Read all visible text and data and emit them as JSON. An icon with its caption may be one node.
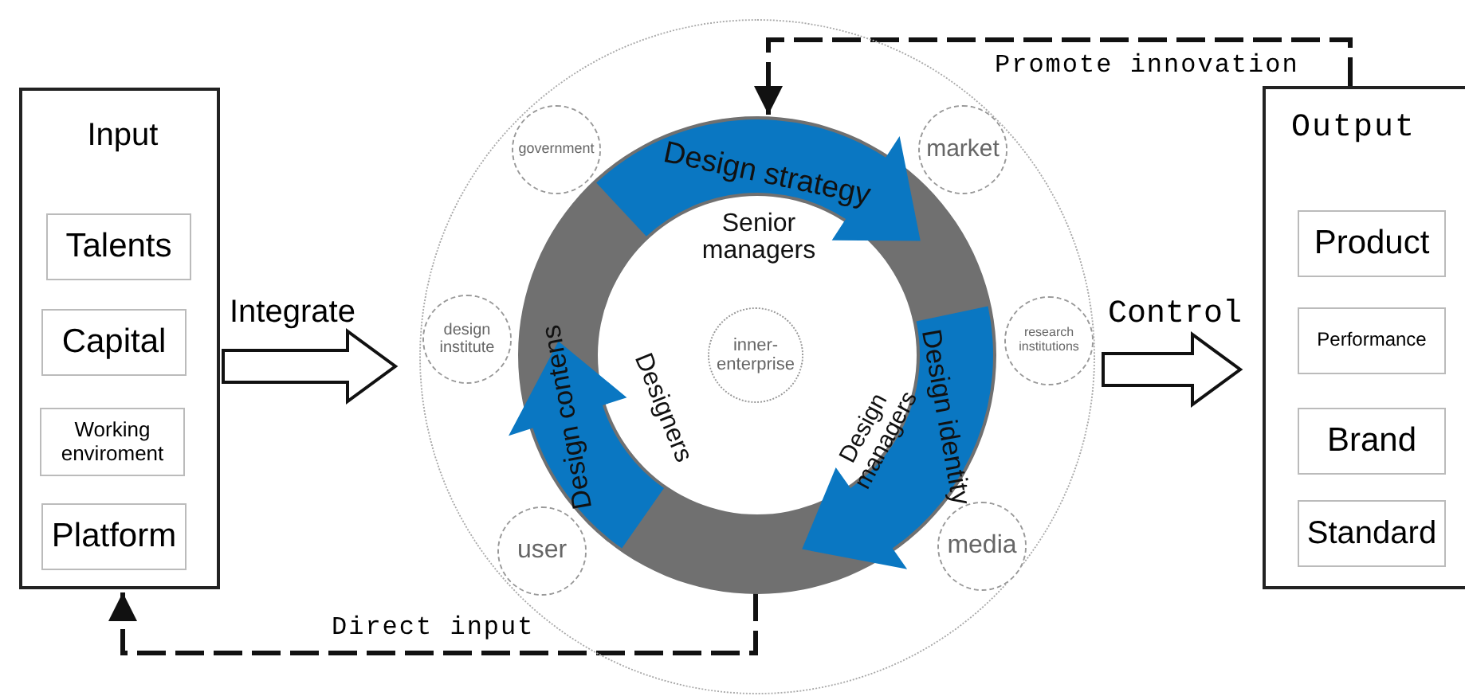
{
  "diagram": {
    "nodes": [
      {
        "text": [
          "Input"
        ]
      },
      {
        "text": [
          "Talents"
        ],
        "in": 0
      },
      {
        "text": [
          "Capital"
        ],
        "in": 0
      },
      {
        "text": [
          "Working enviroment"
        ],
        "in": 0
      },
      {
        "text": [
          "Platform"
        ],
        "in": 0
      },
      {
        "text": [],
        "shape": "circle"
      },
      {
        "text": [
          "Design strategy",
          "Senior managers",
          "Design contens",
          "Designers",
          "Design identity",
          "Design managers"
        ],
        "in": 5
      },
      {
        "text": [
          "government"
        ],
        "in": 5
      },
      {
        "text": [
          "market"
        ],
        "in": 5
      },
      {
        "text": [
          "design institute"
        ],
        "in": 5
      },
      {
        "text": [
          "research institutions"
        ],
        "in": 5
      },
      {
        "text": [
          "inner-enterprise"
        ],
        "in": 6
      },
      {
        "text": [
          "user"
        ],
        "in": 5
      },
      {
        "text": [
          "media"
        ],
        "in": 5
      },
      {
        "text": [
          "Output"
        ]
      },
      {
        "text": [
          "Product"
        ],
        "in": 14
      },
      {
        "text": [
          "Performance"
        ],
        "in": 14
      },
      {
        "text": [
          "Brand"
        ],
        "in": 14
      },
      {
        "text": [
          "Standard"
        ],
        "in": 14
      }
    ],
    "edges": [
      {
        "from": 0,
        "to": 5,
        "arrow": "to",
        "label": "Integrate",
        "style": "thick"
      },
      {
        "from": 5,
        "to": 14,
        "arrow": "to",
        "label": "Control",
        "style": "thick"
      },
      {
        "from": 14,
        "to": 6,
        "arrow": "to",
        "label": "Promote innovation",
        "style": "dashed"
      },
      {
        "from": 6,
        "to": 0,
        "arrow": "to",
        "label": "Direct input",
        "style": "dashed"
      }
    ]
  }
}
